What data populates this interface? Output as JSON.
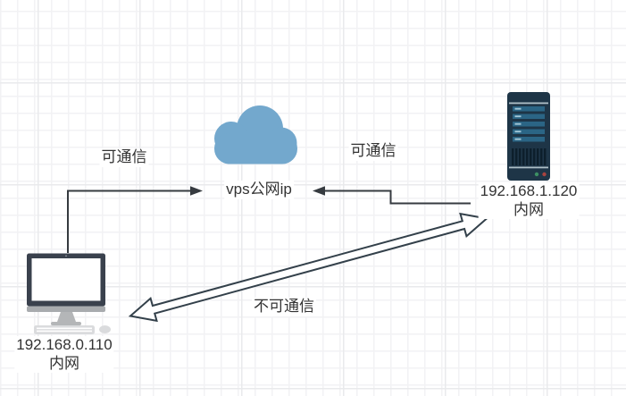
{
  "canvas": {
    "background": "#ffffff",
    "grid_minor_color": "#f2f2f4",
    "grid_major_color": "#e9eaec"
  },
  "nodes": {
    "cloud": {
      "label": "vps公网ip",
      "fill": "#73a8cd"
    },
    "pc": {
      "ip": "192.168.0.110",
      "network": "内网"
    },
    "server": {
      "ip": "192.168.1.120",
      "network": "内网"
    }
  },
  "edges": {
    "pc_to_cloud": {
      "label": "可通信"
    },
    "server_to_cloud": {
      "label": "可通信"
    },
    "pc_server": {
      "label": "不可通信"
    }
  },
  "icons": {
    "cloud": "cloud-icon",
    "pc": "desktop-computer-icon",
    "server": "server-icon"
  },
  "colors": {
    "cloud_fill": "#73a8cd",
    "edge_stroke": "#363b40",
    "double_arrow_stroke": "#33404a",
    "server_body": "#1e3547",
    "server_stripe": "#2b6585",
    "server_stripe_dash": "#a3c7d8",
    "server_separator": "#aebfc7",
    "server_vent": "#0d1f2c",
    "status_green": "#3c8f63",
    "status_red": "#a8433f",
    "monitor_bezel": "#3a414d",
    "monitor_chin": "#a8abae",
    "hardware_gray": "#b4b6b8",
    "keyboard_gray": "#dadbdd",
    "label_text": "#333333"
  }
}
